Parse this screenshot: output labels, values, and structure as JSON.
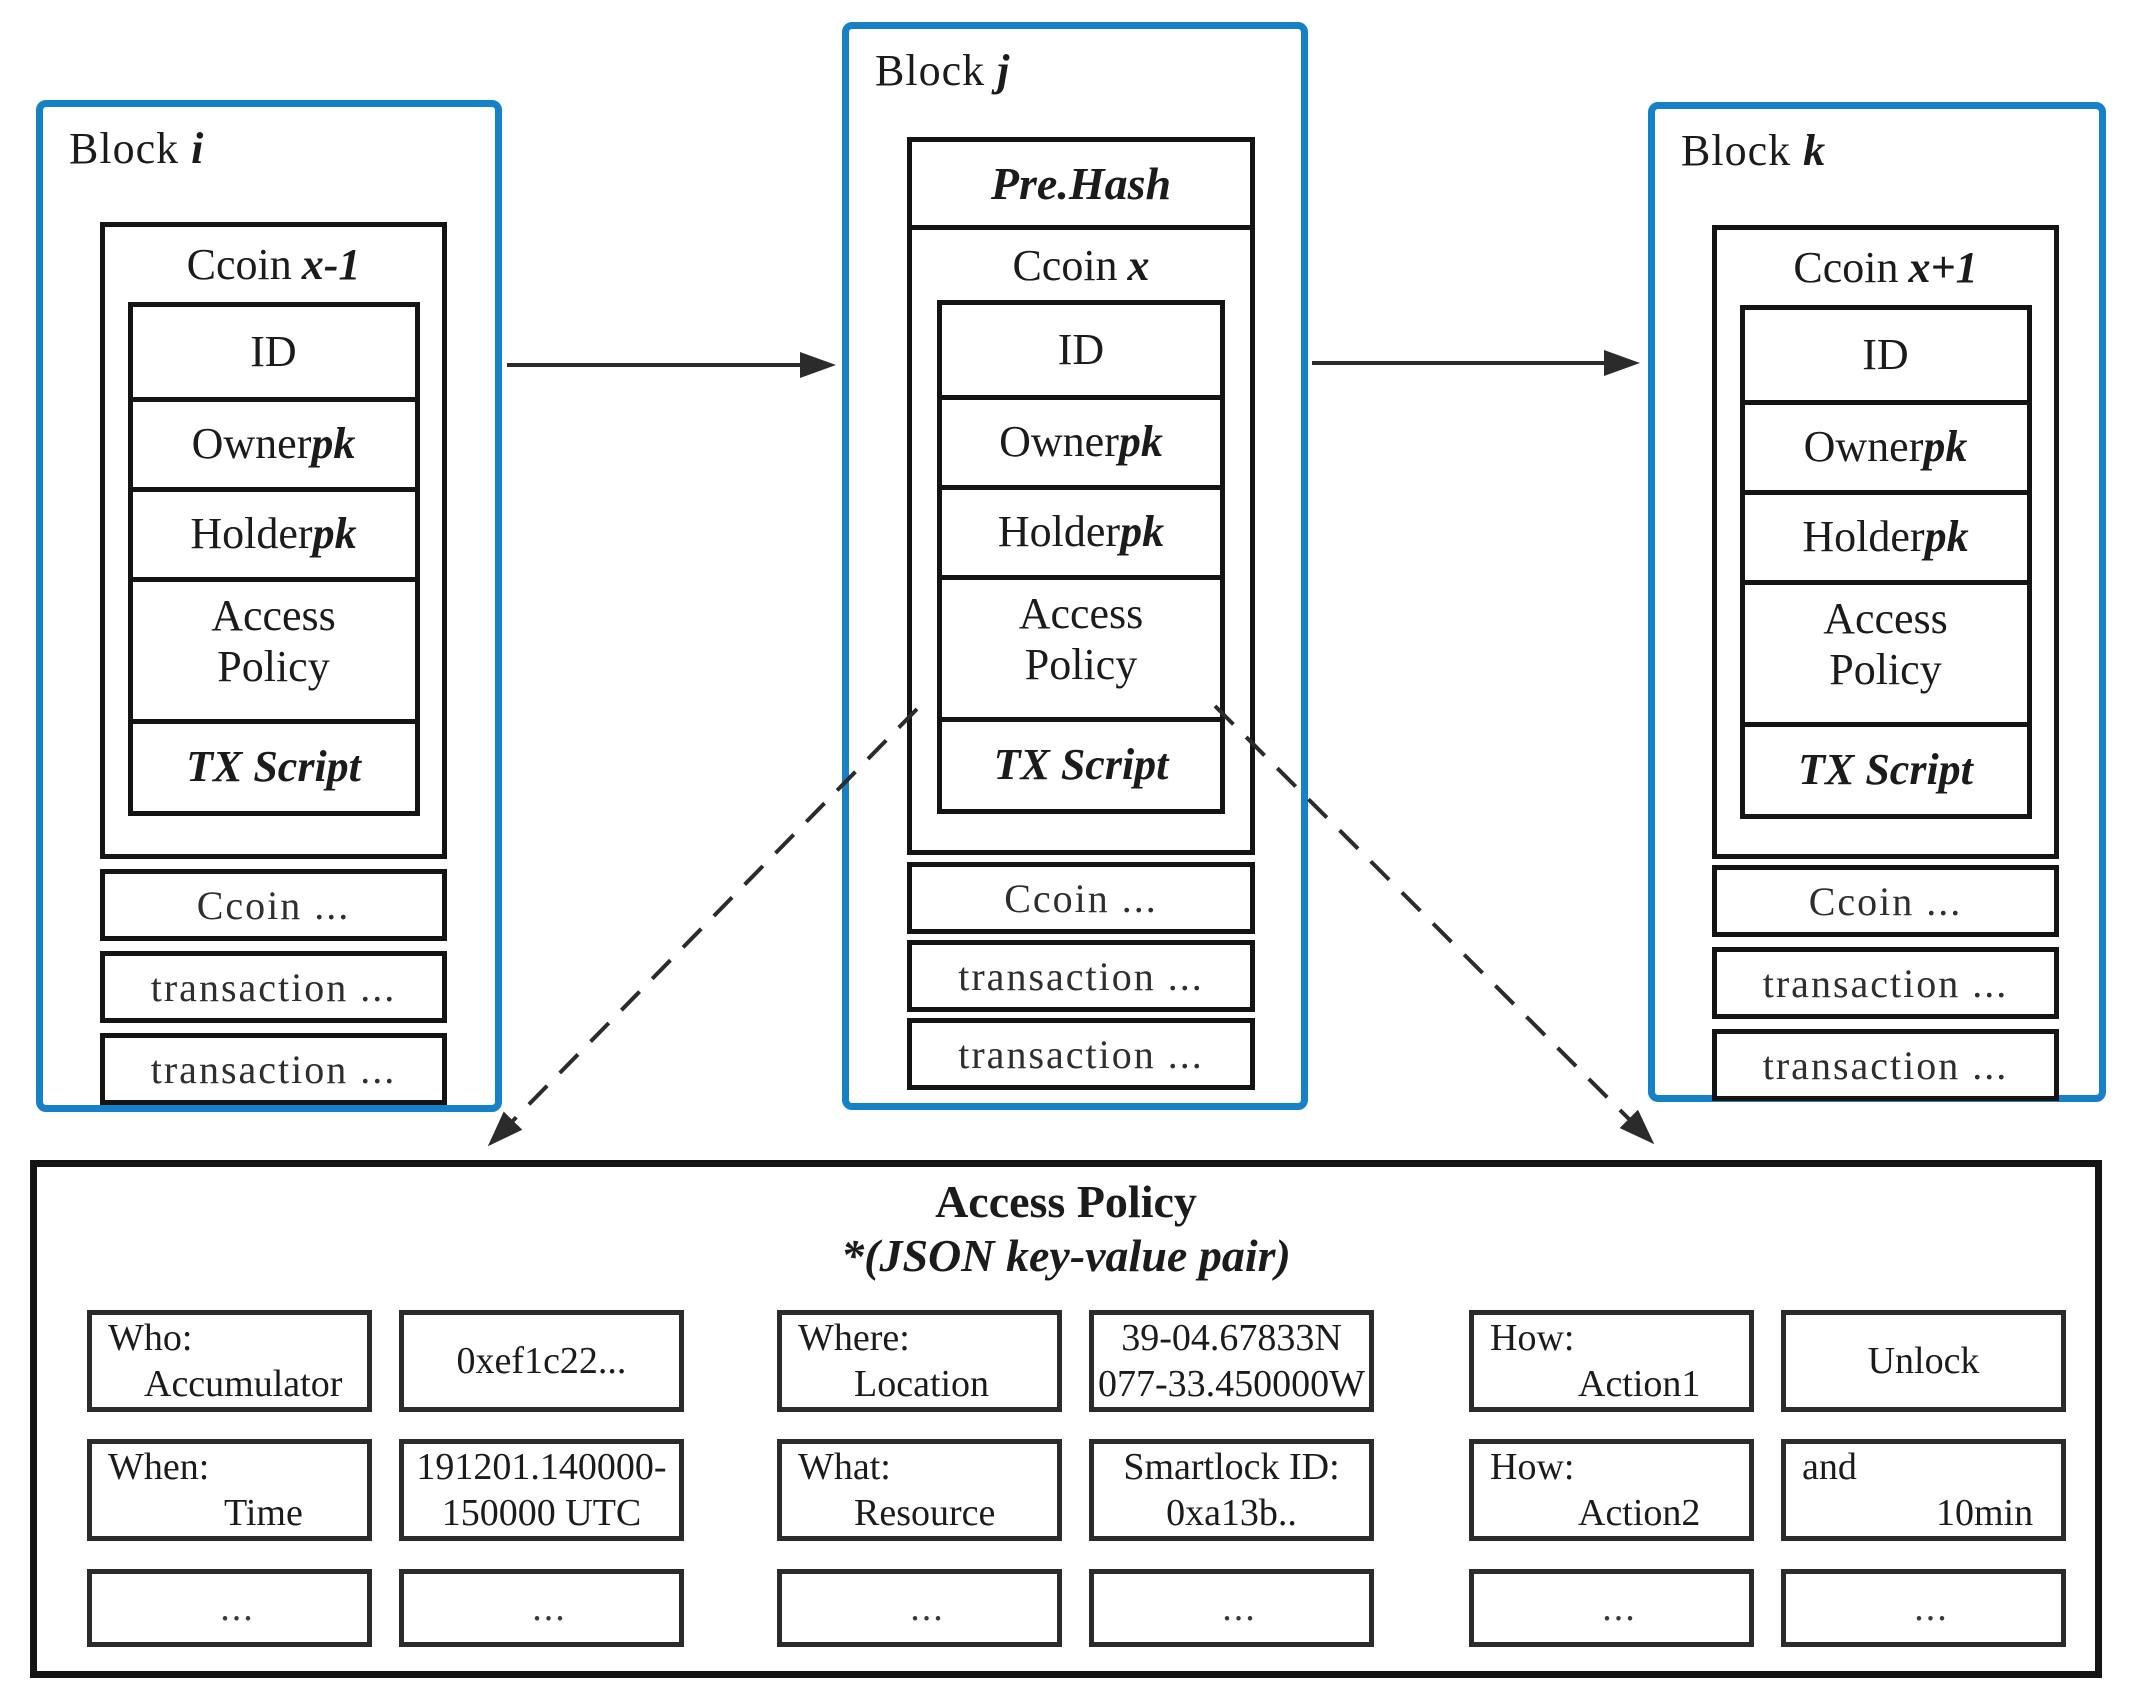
{
  "blocks": [
    {
      "label": "Block ",
      "label_var": "i",
      "ccoin_title": "Ccoin ",
      "ccoin_var": "x-1",
      "fields": [
        {
          "text": "ID",
          "em": ""
        },
        {
          "text": "Owner ",
          "em": "pk"
        },
        {
          "text": "Holder ",
          "em": "pk"
        },
        {
          "text": "Access Policy",
          "em": ""
        },
        {
          "text": "",
          "em": "TX Script"
        }
      ],
      "rows": [
        "Ccoin ...",
        "transaction ...",
        "transaction ..."
      ]
    },
    {
      "label": "Block ",
      "label_var": "j",
      "prehash": "Pre.Hash",
      "ccoin_title": "Ccoin ",
      "ccoin_var": "x",
      "fields": [
        {
          "text": "ID",
          "em": ""
        },
        {
          "text": "Owner ",
          "em": "pk"
        },
        {
          "text": "Holder ",
          "em": "pk"
        },
        {
          "text": "Access Policy",
          "em": ""
        },
        {
          "text": "",
          "em": "TX Script"
        }
      ],
      "rows": [
        "Ccoin ...",
        "transaction ...",
        "transaction ..."
      ]
    },
    {
      "label": "Block ",
      "label_var": "k",
      "ccoin_title": "Ccoin ",
      "ccoin_var": "x+1",
      "fields": [
        {
          "text": "ID",
          "em": ""
        },
        {
          "text": "Owner ",
          "em": "pk"
        },
        {
          "text": "Holder ",
          "em": "pk"
        },
        {
          "text": "Access Policy",
          "em": ""
        },
        {
          "text": "",
          "em": "TX Script"
        }
      ],
      "rows": [
        "Ccoin ...",
        "transaction ...",
        "transaction ..."
      ]
    }
  ],
  "panel": {
    "title": "Access Policy",
    "subtitle": "*(JSON key-value pair)",
    "groups": [
      {
        "rows": [
          {
            "key": [
              "Who:",
              "Accumulator"
            ],
            "value": [
              "0xef1c22..."
            ]
          },
          {
            "key": [
              "When:",
              "Time"
            ],
            "value": [
              "191201.140000-",
              "150000 UTC"
            ]
          },
          {
            "key": [
              "..."
            ],
            "value": [
              "..."
            ]
          }
        ]
      },
      {
        "rows": [
          {
            "key": [
              "Where:",
              "Location"
            ],
            "value": [
              "39-04.67833N",
              "077-33.450000W"
            ]
          },
          {
            "key": [
              "What:",
              "Resource"
            ],
            "value": [
              "Smartlock ID:",
              "0xa13b.."
            ]
          },
          {
            "key": [
              "..."
            ],
            "value": [
              "..."
            ]
          }
        ]
      },
      {
        "rows": [
          {
            "key": [
              "How:",
              "Action1"
            ],
            "value": [
              "Unlock"
            ]
          },
          {
            "key": [
              "How:",
              "Action2"
            ],
            "value": [
              "and",
              "10min"
            ]
          },
          {
            "key": [
              "..."
            ],
            "value": [
              "..."
            ]
          }
        ]
      }
    ]
  },
  "colors": {
    "block_border": "#1681c6",
    "line": "#2b2b2b"
  }
}
